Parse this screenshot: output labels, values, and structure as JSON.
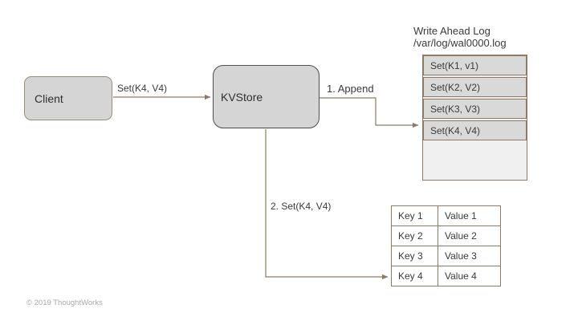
{
  "client": {
    "label": "Client"
  },
  "kvstore": {
    "label": "KVStore"
  },
  "arrows": {
    "client_to_kvstore_label": "Set(K4, V4)",
    "append_label": "1. Append",
    "set_label": "2. Set(K4, V4)"
  },
  "wal": {
    "title_line1": "Write Ahead Log",
    "title_line2": "/var/log/wal0000.log",
    "entries": [
      "Set(K1, v1)",
      "Set(K2, V2)",
      "Set(K3, V3)",
      "Set(K4, V4)"
    ]
  },
  "kv_table": {
    "rows": [
      {
        "key": "Key 1",
        "value": "Value 1"
      },
      {
        "key": "Key 2",
        "value": "Value 2"
      },
      {
        "key": "Key 3",
        "value": "Value 3"
      },
      {
        "key": "Key 4",
        "value": "Value 4"
      }
    ]
  },
  "footer": {
    "copyright": "© 2019 ThoughtWorks"
  },
  "colors": {
    "box_fill": "#d5d5d5",
    "client_border": "#9a8e7d",
    "kvstore_border": "#4d4d4d",
    "connector": "#8c7b64",
    "wal_row_fill": "#d9d9d9",
    "wal_empty_fill": "#f0f0f0",
    "table_border": "#8c7b64",
    "text": "#3a3a3a",
    "footer_text": "#a9a9a9"
  }
}
